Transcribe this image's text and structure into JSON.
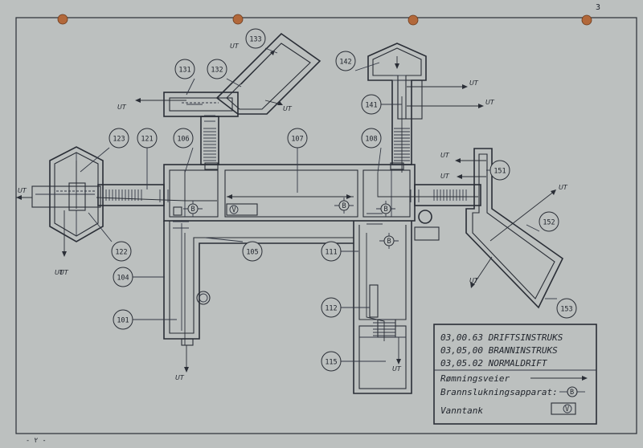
{
  "sheet": {
    "page_number": "3",
    "corner_mark": "- ٢ -"
  },
  "title_block": {
    "lines": [
      "03,00.63 DRIFTSINSTRUKS",
      "03,05,00 BRANNINSTRUKS",
      "03,05.02 NORMALDRIFT"
    ]
  },
  "legend": {
    "escape_routes": "Rømningsveier",
    "extinguisher": "Brannslukningsapparat:",
    "extinguisher_symbol": "B",
    "water_tank": "Vanntank",
    "water_tank_symbol": "V"
  },
  "exit_label": "UT",
  "symbols": {
    "extinguisher": "B",
    "water_tank": "V"
  },
  "rooms": [
    "101",
    "104",
    "105",
    "106",
    "107",
    "108",
    "111",
    "112",
    "115",
    "121",
    "122",
    "123",
    "131",
    "132",
    "133",
    "141",
    "142",
    "151",
    "152",
    "153"
  ],
  "colors": {
    "paper": "#bcc0bf",
    "ink": "#2a2e36",
    "pin": "#b2683a"
  }
}
